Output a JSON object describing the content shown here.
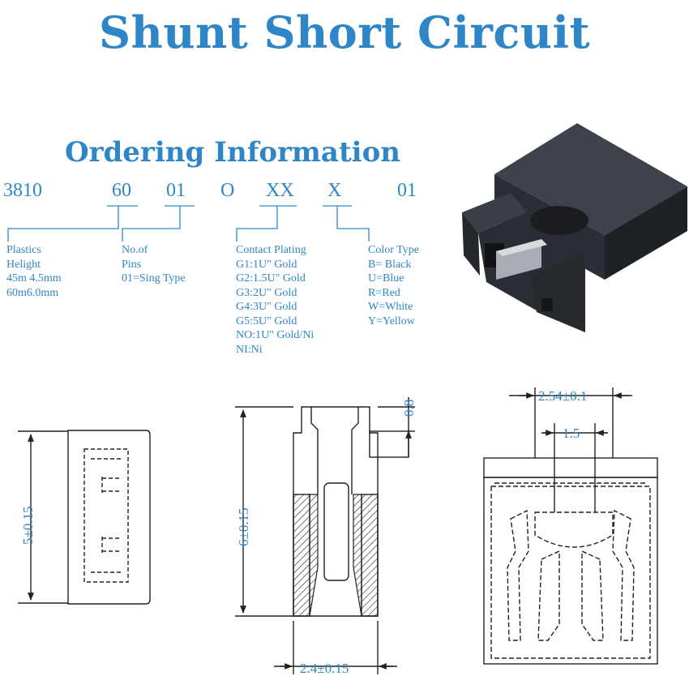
{
  "title": "Shunt Short Circuit",
  "subtitle": "Ordering Information",
  "code_parts": [
    "3810",
    "60",
    "01",
    "O",
    "XX",
    "X",
    "01"
  ],
  "groups": {
    "plastics": [
      "Plastics",
      "Helight",
      "45m 4.5mm",
      "60m6.0mm"
    ],
    "pins": [
      "No.of",
      "Pins",
      "01=Sing Type"
    ],
    "plating": [
      "Contact Plating",
      "G1:1U\" Gold",
      "G2:1.5U\" Gold",
      "G3:2U\" Gold",
      "G4:3U\" Gold",
      "G5:5U\" Gold",
      "NO:1U\" Gold/Ni",
      "NI:Ni"
    ],
    "color": [
      "Color Type",
      "B= Black",
      "U=Blue",
      "R=Red",
      "W=White",
      "Y=Yellow"
    ]
  },
  "dimensions": {
    "height_left": "5±0.15",
    "height_mid": "6±0.15",
    "top_mid": "0.8",
    "bottom_mid": "2.4±0.15",
    "pitch": "2.54±0.1",
    "inner": "1.5"
  },
  "colors": {
    "accent": "#2f86c6",
    "drawing": "#222222",
    "product": "#2a2d33"
  }
}
